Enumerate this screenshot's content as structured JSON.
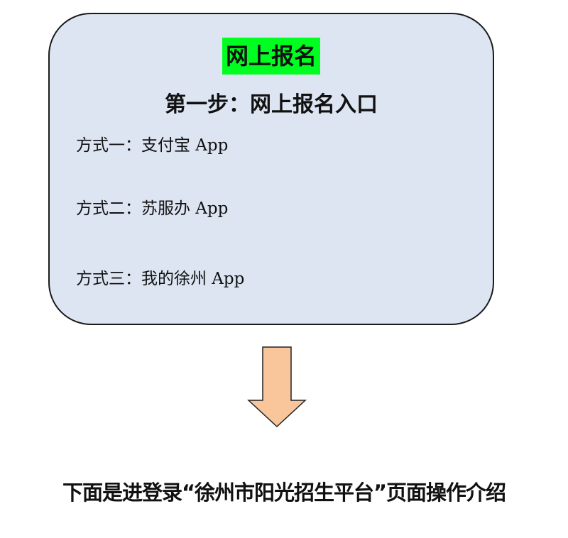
{
  "panel": {
    "badge": "网上报名",
    "step_title": "第一步：网上报名入口",
    "methods": [
      "方式一：支付宝 App",
      "方式二：苏服办 App",
      "方式三：我的徐州 App"
    ],
    "background_color": "#dde5f2",
    "badge_color": "#00ff21"
  },
  "arrow": {
    "direction": "down",
    "fill_color": "#f9c59b"
  },
  "footer": {
    "text": "下面是进登录“徐州市阳光招生平台”页面操作介绍"
  }
}
